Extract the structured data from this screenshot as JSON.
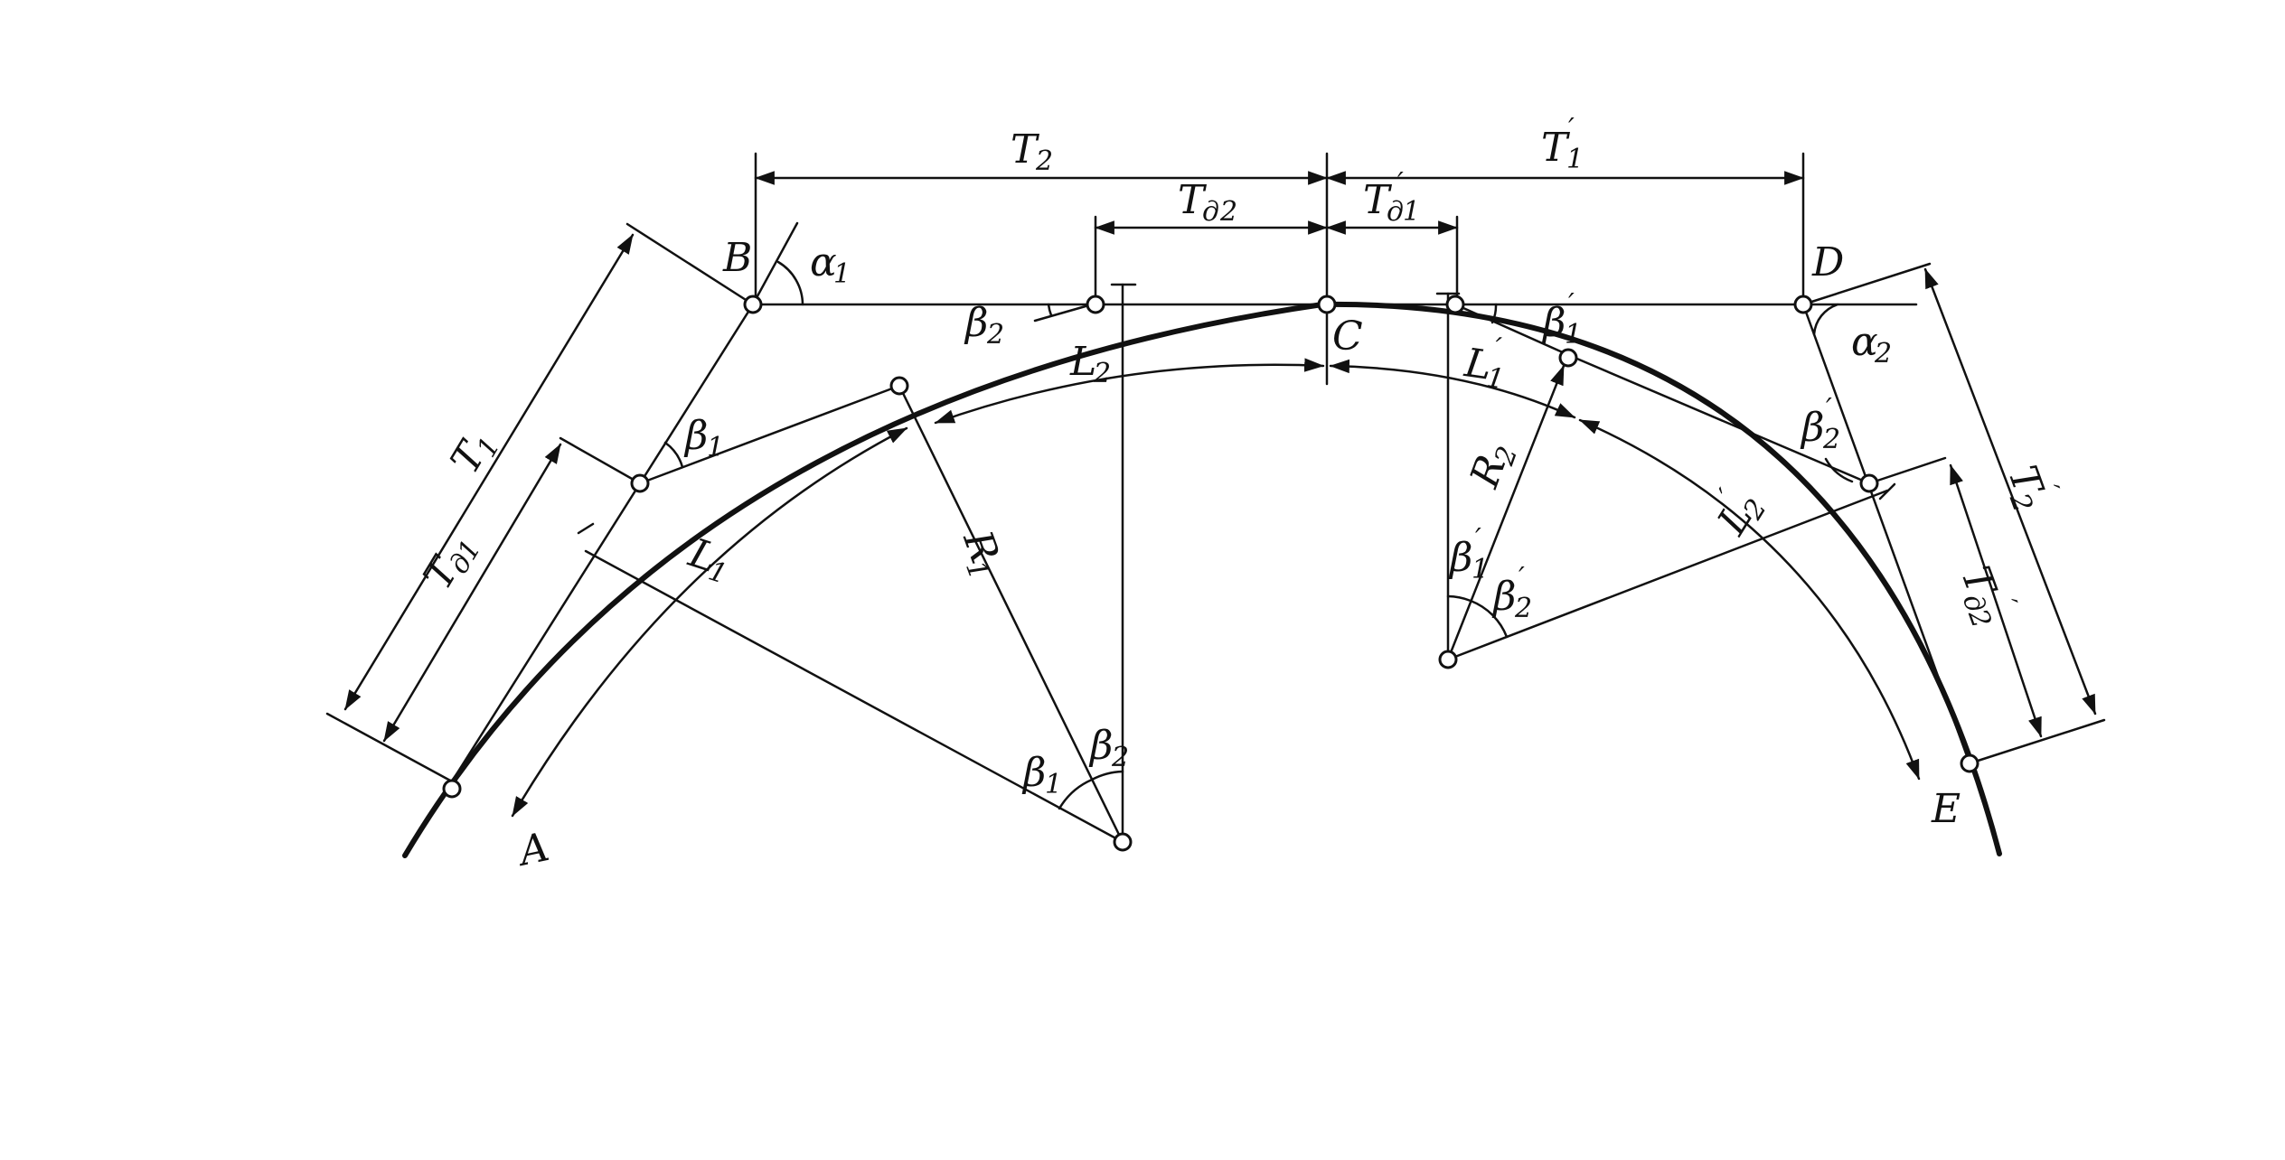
{
  "points": {
    "A": "A",
    "B": "B",
    "C": "C",
    "D": "D",
    "E": "E"
  },
  "labels": {
    "T": "T",
    "L": "L",
    "R": "R",
    "alpha": "α",
    "beta": "β",
    "sub_d": "д",
    "one": "1",
    "two": "2",
    "prime": "′"
  },
  "colors": {
    "line": "#111111",
    "background": "#ffffff"
  }
}
